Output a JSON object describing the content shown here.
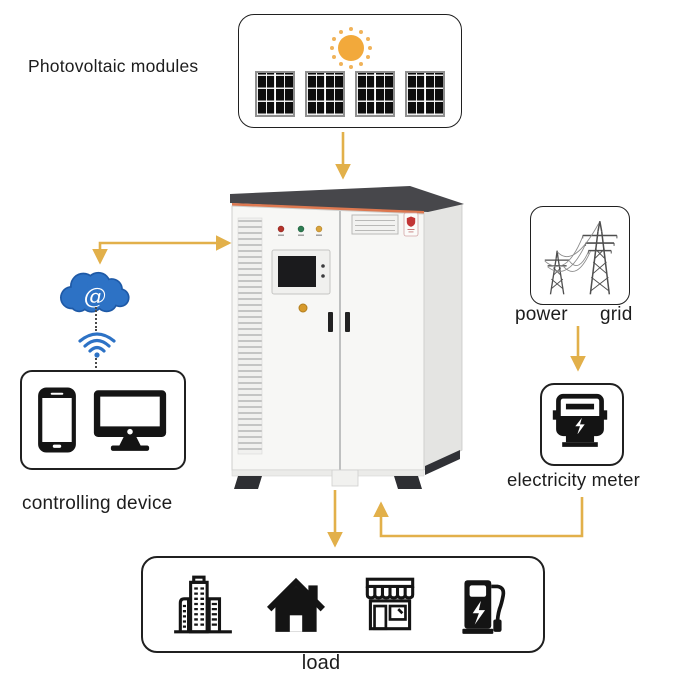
{
  "labels": {
    "photovoltaic_modules": "Photovoltaic modules",
    "power": "power",
    "grid": "grid",
    "electricity_meter": "electricity meter",
    "controlling_device": "controlling device",
    "load": "load",
    "cloud_symbol": "@"
  },
  "colors": {
    "arrow": "#E2B04A",
    "cloud": "#2D72C5",
    "cloud_edge": "#1E59A6",
    "sun": "#F2A93B",
    "sun_ray": "#F0B35A",
    "cabinet_top": "#47474B",
    "cabinet_stripe": "#DD7850",
    "icon": "#141414"
  },
  "nodes": {
    "photovoltaic_modules": {
      "label": "Photovoltaic modules",
      "icons": [
        "sun-icon",
        "solar-panel-icon",
        "solar-panel-icon",
        "solar-panel-icon",
        "solar-panel-icon"
      ]
    },
    "storage_cabinet": {
      "description": "energy storage cabinet",
      "indicator_lights": [
        "red",
        "green",
        "yellow"
      ]
    },
    "cloud": {
      "symbol": "@",
      "icons": [
        "cloud-icon",
        "wifi-icon"
      ]
    },
    "controlling_device": {
      "label": "controlling device",
      "icons": [
        "smartphone-icon",
        "desktop-computer-icon"
      ]
    },
    "power_grid": {
      "label_left": "power",
      "label_right": "grid",
      "icon": "transmission-towers-icon"
    },
    "electricity_meter": {
      "label": "electricity meter",
      "icon": "electric-meter-icon"
    },
    "load": {
      "label": "load",
      "icons": [
        "office-buildings-icon",
        "house-icon",
        "storefront-icon",
        "ev-charger-icon"
      ]
    }
  },
  "connections": [
    {
      "from": "photovoltaic_modules",
      "to": "storage_cabinet",
      "type": "arrow"
    },
    {
      "from": "cloud",
      "to": "storage_cabinet",
      "type": "double_headed_arrow"
    },
    {
      "from": "cloud",
      "to": "controlling_device",
      "type": "dotted_wireless_link"
    },
    {
      "from": "power_grid",
      "to": "electricity_meter",
      "type": "arrow"
    },
    {
      "from": "electricity_meter",
      "to": "storage_cabinet",
      "type": "elbow_arrow"
    },
    {
      "from": "storage_cabinet",
      "to": "load",
      "type": "arrow"
    }
  ]
}
